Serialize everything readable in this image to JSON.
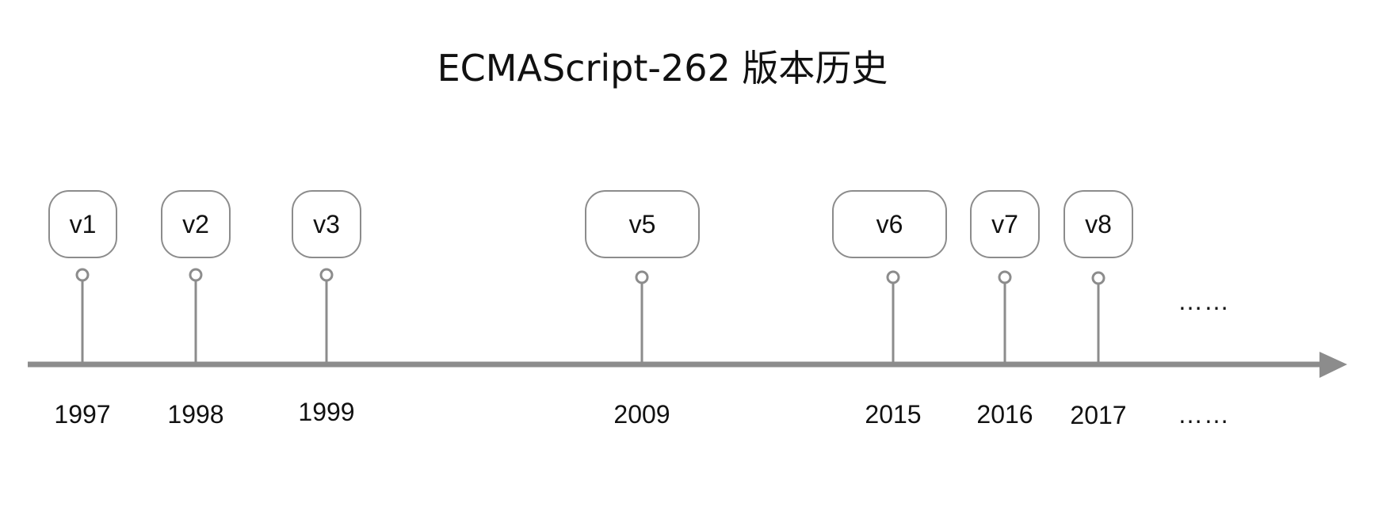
{
  "title": "ECMAScript-262 版本历史",
  "milestones": [
    {
      "version": "v1",
      "year": "1997"
    },
    {
      "version": "v2",
      "year": "1998"
    },
    {
      "version": "v3",
      "year": "1999"
    },
    {
      "version": "v5",
      "year": "2009"
    },
    {
      "version": "v6",
      "year": "2015"
    },
    {
      "version": "v7",
      "year": "2016"
    },
    {
      "version": "v8",
      "year": "2017"
    }
  ],
  "continuation": {
    "top": "……",
    "bottom": "……"
  },
  "colors": {
    "line": "#8c8c8c",
    "text": "#111111"
  }
}
